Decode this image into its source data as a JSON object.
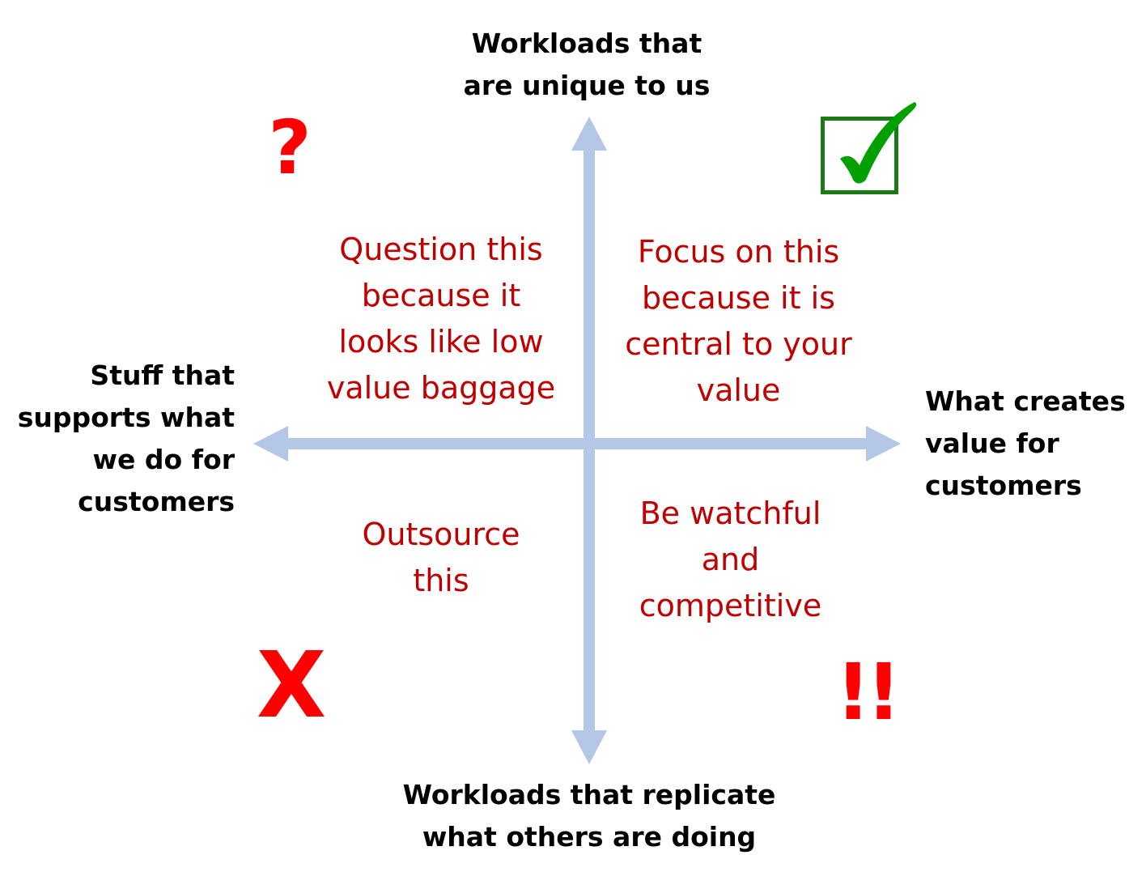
{
  "axes": {
    "top_label": [
      "Workloads that",
      "are unique to us"
    ],
    "bottom_label": [
      "Workloads that replicate",
      "what others are doing"
    ],
    "left_label": [
      "Stuff that",
      "supports what",
      "we do for",
      "customers"
    ],
    "right_label": [
      "What creates",
      "value for",
      "customers"
    ],
    "color": "#b4c7e7"
  },
  "quadrants": {
    "top_left": [
      "Question this",
      "because it",
      "looks like low",
      "value baggage"
    ],
    "top_right": [
      "Focus on this",
      "because it is",
      "central to your",
      "value"
    ],
    "bottom_left": [
      "Outsource",
      "this"
    ],
    "bottom_right": [
      "Be watchful",
      "and",
      "competitive"
    ],
    "text_color": "#c00000"
  },
  "symbols": {
    "top_left": {
      "glyph": "?",
      "icon": "question-mark-icon",
      "color": "#ff0000"
    },
    "top_right": {
      "icon": "checkbox-checked-icon",
      "color": "#00a000",
      "box_color": "#1a7a1a"
    },
    "bottom_left": {
      "glyph": "X",
      "icon": "cross-icon",
      "color": "#ff0000"
    },
    "bottom_right": {
      "glyph": "!!",
      "icon": "double-exclamation-icon",
      "color": "#ff0000"
    }
  }
}
